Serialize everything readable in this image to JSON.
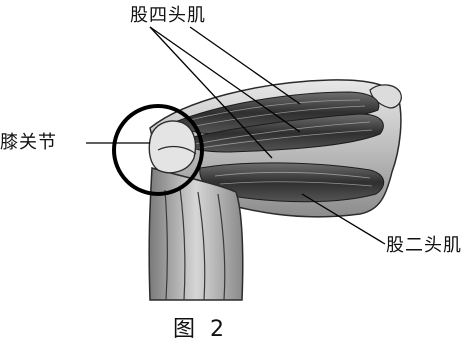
{
  "labels": {
    "quadriceps": "股四头肌",
    "knee_joint": "膝关节",
    "biceps_femoris": "股二头肌",
    "figure_caption": "图 2"
  },
  "colors": {
    "ink": "#111111",
    "shade_dark": "#3a3a3a",
    "shade_mid": "#8a8a8a",
    "shade_light": "#cfcfcf",
    "paper": "#ffffff"
  }
}
